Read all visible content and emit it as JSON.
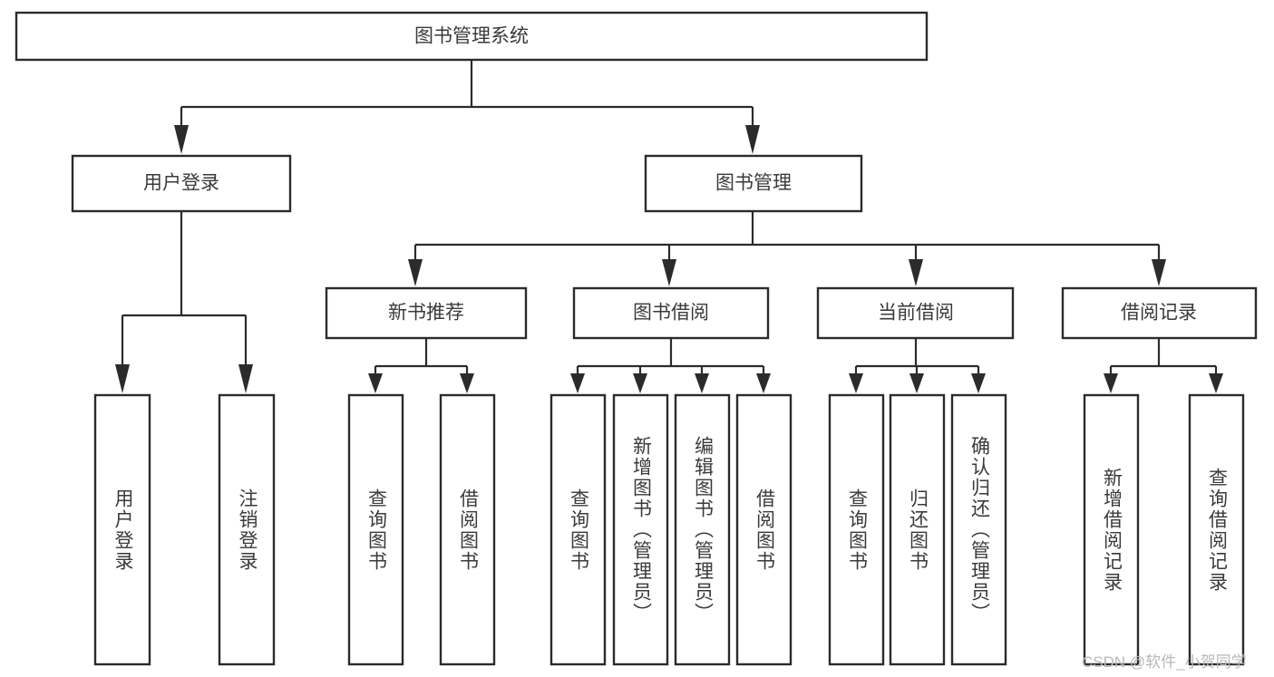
{
  "diagram": {
    "title_node": {
      "label": "图书管理系统"
    },
    "level2": [
      {
        "id": "user-login",
        "label": "用户登录"
      },
      {
        "id": "book-manage",
        "label": "图书管理"
      }
    ],
    "level3": [
      {
        "id": "new-book-recommend",
        "label": "新书推荐"
      },
      {
        "id": "book-borrow",
        "label": "图书借阅"
      },
      {
        "id": "current-borrow",
        "label": "当前借阅"
      },
      {
        "id": "borrow-record",
        "label": "借阅记录"
      }
    ],
    "leaves": [
      {
        "id": "leaf-user-login",
        "label": "用户登录",
        "parent": "user-login"
      },
      {
        "id": "leaf-user-logout",
        "label": "注销登录",
        "parent": "user-login"
      },
      {
        "id": "leaf-query-book-1",
        "label": "查询图书",
        "parent": "new-book-recommend"
      },
      {
        "id": "leaf-borrow-book-1",
        "label": "借阅图书",
        "parent": "new-book-recommend"
      },
      {
        "id": "leaf-query-book-2",
        "label": "查询图书",
        "parent": "book-borrow"
      },
      {
        "id": "leaf-add-book",
        "label": "新增图书（管理员）",
        "parent": "book-borrow"
      },
      {
        "id": "leaf-edit-book",
        "label": "编辑图书（管理员）",
        "parent": "book-borrow"
      },
      {
        "id": "leaf-borrow-book-2",
        "label": "借阅图书",
        "parent": "book-borrow"
      },
      {
        "id": "leaf-query-book-3",
        "label": "查询图书",
        "parent": "current-borrow"
      },
      {
        "id": "leaf-return-book",
        "label": "归还图书",
        "parent": "current-borrow"
      },
      {
        "id": "leaf-confirm-return",
        "label": "确认归还（管理员）",
        "parent": "current-borrow"
      },
      {
        "id": "leaf-add-record",
        "label": "新增借阅记录",
        "parent": "borrow-record"
      },
      {
        "id": "leaf-query-record",
        "label": "查询借阅记录",
        "parent": "borrow-record"
      }
    ]
  },
  "watermark": {
    "text": "CSDN @软件_小贺同学"
  },
  "colors": {
    "stroke": "#2b2b2b",
    "text": "#3a3a3a",
    "background": "#ffffff",
    "watermark": "#b8b8b8"
  }
}
